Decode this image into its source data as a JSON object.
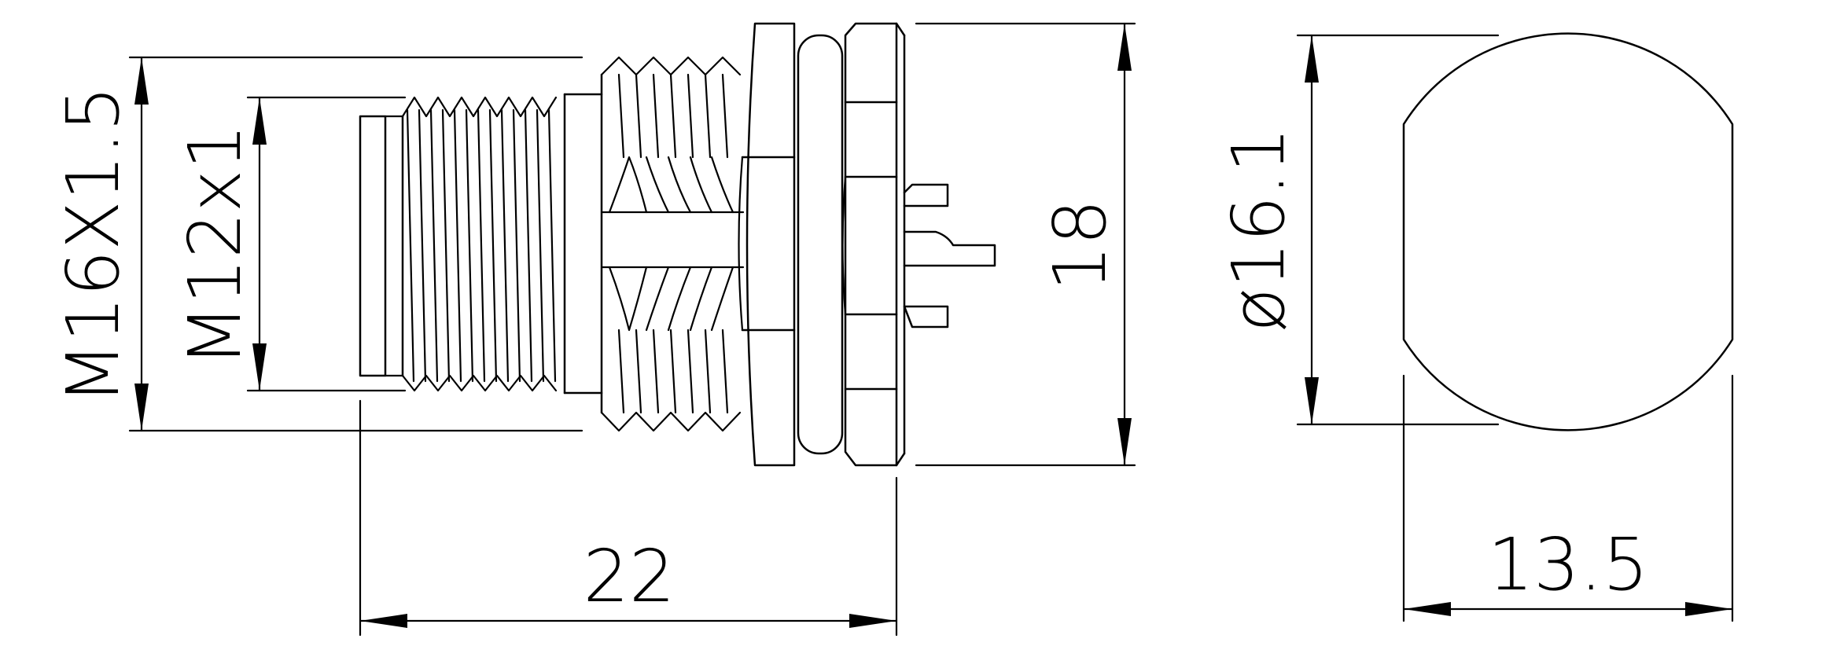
{
  "dimensions": {
    "outer_thread": "M16X1.5",
    "inner_thread": "M12x1",
    "total_length": "22",
    "nut_height": "18",
    "flange_diameter": "ø16.1",
    "flat_width": "13.5"
  }
}
